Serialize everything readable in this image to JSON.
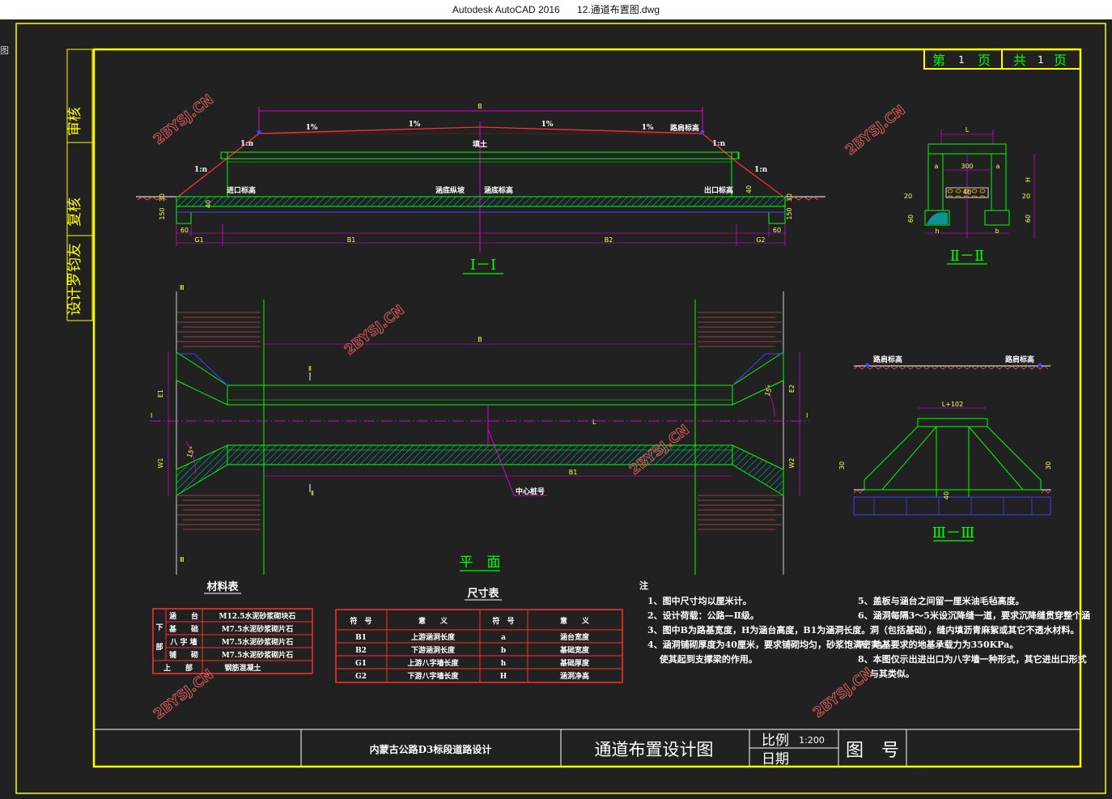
{
  "window": {
    "app_name": "Autodesk AutoCAD 2016",
    "file_name": "12.通道布置图.dwg",
    "left_edge_char": "图"
  },
  "side_stamp": {
    "review": "审核",
    "recheck": "复核",
    "designers": "设计罗钧友"
  },
  "page_box": {
    "current_label": "第",
    "current_num": "1",
    "current_unit": "页",
    "total_label": "共",
    "total_num": "1",
    "total_unit": "页"
  },
  "watermark": "2BYSJ.CN",
  "section_1": {
    "title": "Ⅰ－Ⅰ",
    "width_B": "B",
    "slope": "1%",
    "road_level": "路肩标高",
    "fill": "填土",
    "slope_1n": "1:n",
    "inlet_level": "进口标高",
    "bottom_slope": "涵底纵坡",
    "culvert_level": "涵底标高",
    "outlet_level": "出口标高",
    "d30": "30",
    "d150": "150",
    "d40": "40",
    "d60": "60",
    "G1": "G1",
    "B1": "B1",
    "B2": "B2",
    "G2": "G2"
  },
  "section_2": {
    "title": "Ⅱ－Ⅱ",
    "L": "L",
    "a": "a",
    "w300": "300",
    "d20": "20",
    "d60": "60",
    "d40": "40",
    "h": "h",
    "b": "b",
    "H": "H"
  },
  "section_3": {
    "title": "Ⅲ－Ⅲ",
    "road_level": "路肩标高",
    "width": "L+102",
    "d30": "30",
    "d40": "40"
  },
  "plan": {
    "title": "平　面",
    "B": "B",
    "L": "L",
    "B1": "B1",
    "II": "Ⅱ",
    "III": "Ⅲ",
    "I": "Ⅰ",
    "center": "中心桩号",
    "angle": "15°",
    "E1": "E1",
    "E2": "E2",
    "W1": "W1",
    "W2": "W2"
  },
  "materials": {
    "title": "材料表",
    "group_label": "下部",
    "rows": [
      {
        "part": "涵　　台",
        "material": "M12.5水泥砂浆砌块石"
      },
      {
        "part": "基　　础",
        "material": "M7.5水泥砂浆砌片石"
      },
      {
        "part": "八 字 墙",
        "material": "M7.5水泥砂浆砌片石"
      },
      {
        "part": "铺　　砌",
        "material": "M7.5水泥砂浆砌片石"
      }
    ],
    "top_part": "上　　部",
    "top_material": "钢筋混凝土"
  },
  "dimensions": {
    "title": "尺寸表",
    "headers": [
      "符　号",
      "意　　义",
      "符　号",
      "意　　义"
    ],
    "rows": [
      [
        "B1",
        "上游涵洞长度",
        "a",
        "涵台宽度"
      ],
      [
        "B2",
        "下游涵洞长度",
        "b",
        "基础宽度"
      ],
      [
        "G1",
        "上游八字墙长度",
        "h",
        "基础厚度"
      ],
      [
        "G2",
        "下游八字墙长度",
        "H",
        "涵洞净高"
      ]
    ]
  },
  "notes": {
    "heading": "注",
    "left": [
      "1、图中尺寸均以厘米计。",
      "2、设计荷载：公路—Ⅱ级。",
      "3、图中B为路基宽度，H为涵台高度，B1为涵洞长度。",
      "4、涵洞铺砌厚度为40厘米，要求铺砌均匀，砂浆饱满密实，",
      "　 使其起到支撑梁的作用。"
    ],
    "right": [
      "5、盖板与涵台之间留一厘米油毛毡高度。",
      "6、涵洞每隔3～5米设沉降缝一道，要求沉降缝贯穿整个涵",
      "　 洞（包括基础），缝内填沥青麻絮或其它不透水材料。",
      "7、地基要求的地基承载力为350KPa。",
      "8、本图仅示出进出口为八字墙一种形式，其它进出口形式",
      "　 与其类似。"
    ]
  },
  "title_block": {
    "project": "内蒙古公路D3标段道路设计",
    "drawing_title": "通道布置设计图",
    "scale_label": "比例",
    "scale_value": "1:200",
    "date_label": "日期",
    "drawing_no_label": "图　号"
  },
  "colors": {
    "background": "#212121",
    "frame": "#ffff00",
    "outline": "#ffffff",
    "structure": "#00ff00",
    "road": "#ff3030",
    "axis": "#ff00ff",
    "hatch": "#00c8c8",
    "dimension": "#ffff55",
    "level_marker": "#4040ff"
  }
}
